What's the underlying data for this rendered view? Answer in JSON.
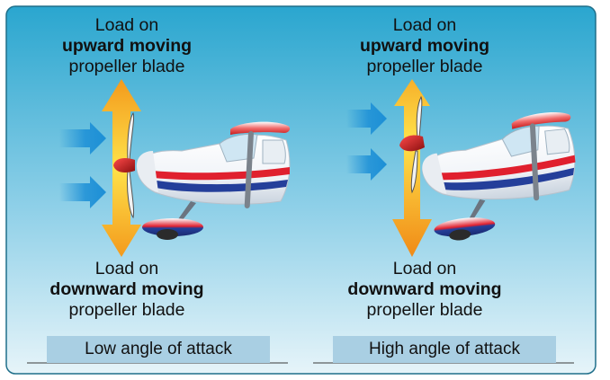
{
  "left": {
    "top_caption": {
      "line1": "Load on",
      "line2": "upward moving",
      "line3": "propeller blade"
    },
    "bottom_caption": {
      "line1": "Load on",
      "line2": "downward moving",
      "line3": "propeller blade"
    },
    "label": "Low angle of attack"
  },
  "right": {
    "top_caption": {
      "line1": "Load on",
      "line2": "upward moving",
      "line3": "propeller blade"
    },
    "bottom_caption": {
      "line1": "Load on",
      "line2": "downward moving",
      "line3": "propeller blade"
    },
    "label": "High angle of attack"
  },
  "colors": {
    "frame_border": "#1f6f8a",
    "sky_top": "#2aa6cf",
    "sky_bottom": "#e3f2f8",
    "arrow_blue": "#1c8fd6",
    "arrow_orange": "#f39a1c",
    "arrow_yellow": "#ffe24a",
    "stripe_red": "#e0202e",
    "stripe_blue": "#243f9a",
    "label_bg": "#a9cfe3"
  },
  "icons": [
    "airflow-arrow-icon",
    "load-arrow-icon",
    "airplane-icon",
    "propeller-icon"
  ]
}
